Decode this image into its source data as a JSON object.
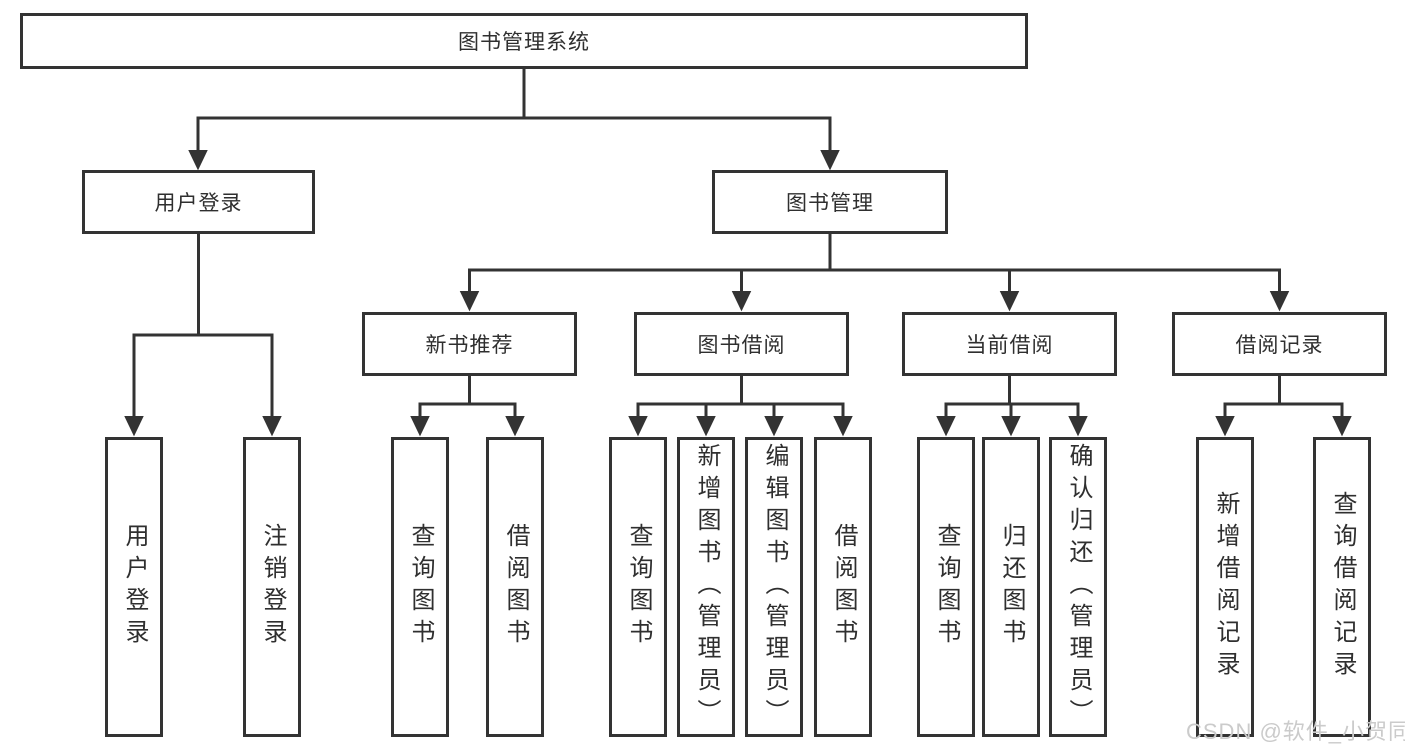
{
  "diagram_type": "hierarchy-tree",
  "tree": {
    "label": "图书管理系统",
    "children": [
      {
        "label": "用户登录",
        "children": [
          {
            "label": "用户登录"
          },
          {
            "label": "注销登录"
          }
        ]
      },
      {
        "label": "图书管理",
        "children": [
          {
            "label": "新书推荐",
            "children": [
              {
                "label": "查询图书"
              },
              {
                "label": "借阅图书"
              }
            ]
          },
          {
            "label": "图书借阅",
            "children": [
              {
                "label": "查询图书"
              },
              {
                "label": "新增图书（管理员）"
              },
              {
                "label": "编辑图书（管理员）"
              },
              {
                "label": "借阅图书"
              }
            ]
          },
          {
            "label": "当前借阅",
            "children": [
              {
                "label": "查询图书"
              },
              {
                "label": "归还图书"
              },
              {
                "label": "确认归还（管理员）"
              }
            ]
          },
          {
            "label": "借阅记录",
            "children": [
              {
                "label": "新增借阅记录"
              },
              {
                "label": "查询借阅记录"
              }
            ]
          }
        ]
      }
    ]
  },
  "watermark": "CSDN @软件_小贺同学",
  "colors": {
    "line": "#333333",
    "box_border": "#333333",
    "box_fill": "#ffffff",
    "text": "#2f2f2f",
    "watermark": "#cbcbcb",
    "background": "#ffffff"
  }
}
